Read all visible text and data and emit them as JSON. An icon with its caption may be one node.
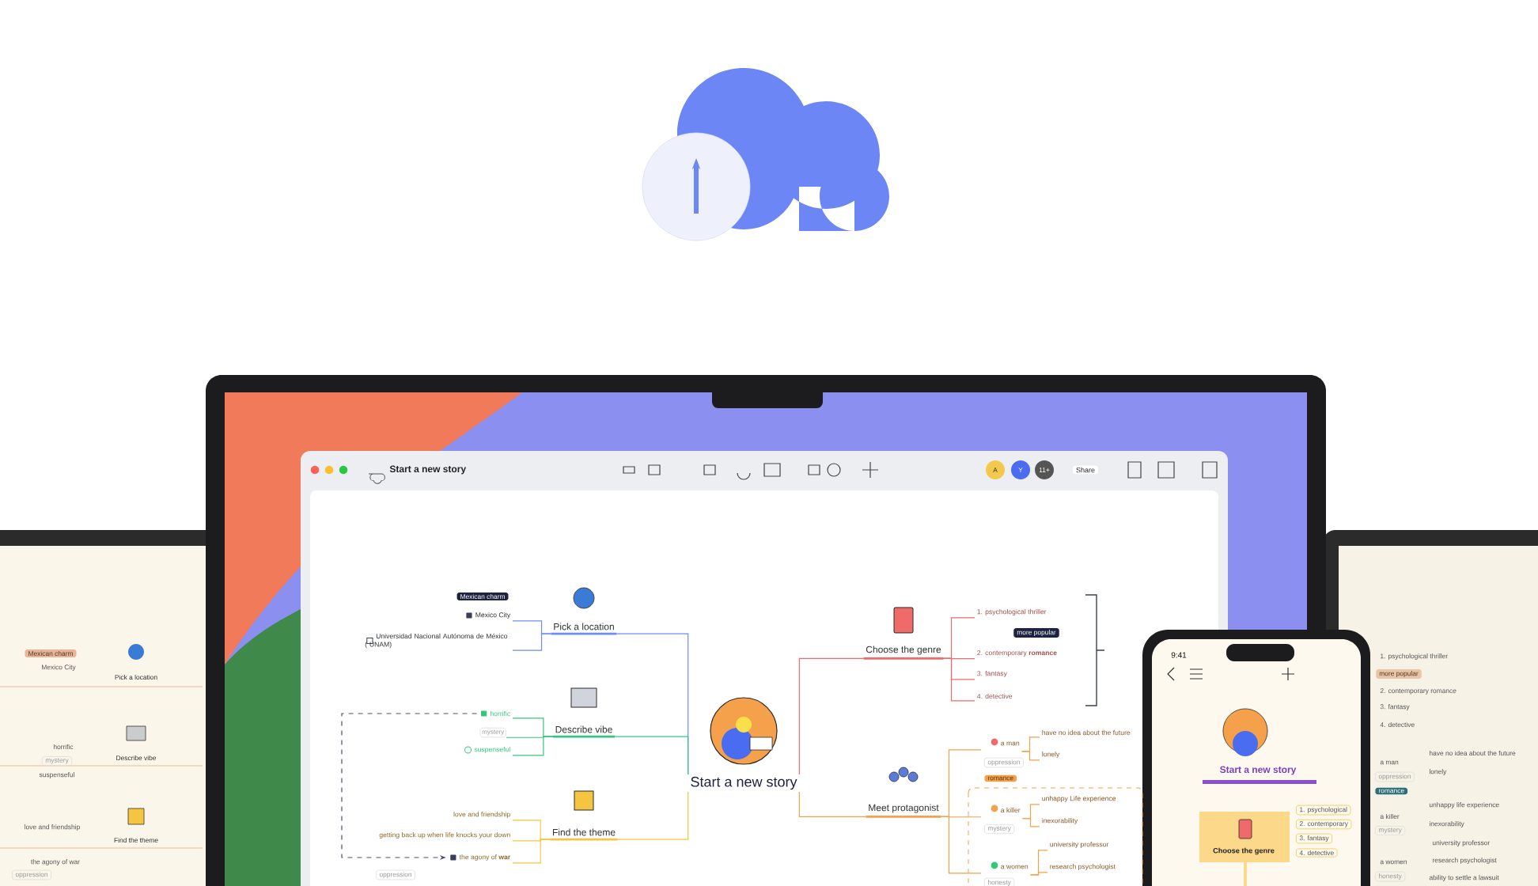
{
  "diagram": {
    "nodes": [
      {
        "text": [
          "Start a new story"
        ]
      },
      {
        "text": [
          "Pick a location"
        ]
      },
      {
        "text": [
          "Describe vibe"
        ]
      },
      {
        "text": [
          "Find the theme"
        ]
      },
      {
        "text": [
          "Choose the genre"
        ]
      },
      {
        "text": [
          "Meet protagonist"
        ]
      },
      {
        "text": [
          "Mexico City"
        ]
      },
      {
        "text": [
          "Universidad Nacional Autónoma de México ( UNAM)"
        ]
      },
      {
        "text": [
          "horrific"
        ]
      },
      {
        "text": [
          "mystery"
        ]
      },
      {
        "text": [
          "suspenseful"
        ]
      },
      {
        "text": [
          "love and friendship"
        ]
      },
      {
        "text": [
          "getting back up when life knocks your down"
        ]
      },
      {
        "text": [
          "the agony of **war**"
        ]
      },
      {
        "text": [
          "1. psychological thriller"
        ]
      },
      {
        "text": [
          "2. contemporary **romance**"
        ]
      },
      {
        "text": [
          "3. fantasy"
        ]
      },
      {
        "text": [
          "4. detective"
        ]
      },
      {
        "text": [
          "a man"
        ]
      },
      {
        "text": [
          "a killer"
        ]
      },
      {
        "text": [
          "a women"
        ]
      },
      {
        "text": [
          "have no idea about the future"
        ]
      },
      {
        "text": [
          "lonely"
        ]
      },
      {
        "text": [
          "unhappy Life experience"
        ]
      },
      {
        "text": [
          "inexorability"
        ]
      },
      {
        "text": [
          "university professor"
        ]
      },
      {
        "text": [
          "research psychologist"
        ]
      }
    ],
    "edges": [
      {
        "from": 0,
        "to": 1,
        "arrow": "none",
        "color": "#6d8cf7"
      },
      {
        "from": 0,
        "to": 2,
        "arrow": "none",
        "color": "#34c77b"
      },
      {
        "from": 0,
        "to": 3,
        "arrow": "none",
        "color": "#f5c542"
      },
      {
        "from": 0,
        "to": 4,
        "arrow": "none",
        "color": "#f06a6a"
      },
      {
        "from": 0,
        "to": 5,
        "arrow": "none",
        "color": "#f5a04a"
      },
      {
        "from": 1,
        "to": 6,
        "arrow": "none",
        "color": "#6d8cf7"
      },
      {
        "from": 1,
        "to": 7,
        "arrow": "none",
        "color": "#6d8cf7"
      },
      {
        "from": 2,
        "to": 8,
        "arrow": "none",
        "color": "#34c77b"
      },
      {
        "from": 2,
        "to": 9,
        "arrow": "none",
        "color": "#34c77b"
      },
      {
        "from": 2,
        "to": 10,
        "arrow": "none",
        "color": "#34c77b"
      },
      {
        "from": 3,
        "to": 11,
        "arrow": "none",
        "color": "#f5c542"
      },
      {
        "from": 3,
        "to": 12,
        "arrow": "none",
        "color": "#f5c542"
      },
      {
        "from": 3,
        "to": 13,
        "arrow": "none",
        "color": "#f5c542"
      },
      {
        "from": 4,
        "to": 14,
        "arrow": "none",
        "color": "#f06a6a"
      },
      {
        "from": 4,
        "to": 15,
        "arrow": "none",
        "color": "#f06a6a"
      },
      {
        "from": 4,
        "to": 16,
        "arrow": "none",
        "color": "#f06a6a"
      },
      {
        "from": 4,
        "to": 17,
        "arrow": "none",
        "color": "#f06a6a"
      },
      {
        "from": 5,
        "to": 18,
        "arrow": "none",
        "color": "#f5a04a"
      },
      {
        "from": 5,
        "to": 19,
        "arrow": "none",
        "color": "#f5a04a"
      },
      {
        "from": 5,
        "to": 20,
        "arrow": "none",
        "color": "#f5a04a"
      },
      {
        "from": 18,
        "to": 21,
        "arrow": "none",
        "color": "#f5a04a"
      },
      {
        "from": 18,
        "to": 22,
        "arrow": "none",
        "color": "#f5a04a"
      },
      {
        "from": 19,
        "to": 23,
        "arrow": "none",
        "color": "#f5a04a"
      },
      {
        "from": 19,
        "to": 24,
        "arrow": "none",
        "color": "#f5a04a"
      },
      {
        "from": 20,
        "to": 25,
        "arrow": "none",
        "color": "#f5a04a"
      },
      {
        "from": 20,
        "to": 26,
        "arrow": "none",
        "color": "#f5a04a"
      },
      {
        "from": 8,
        "to": 13,
        "arrow": "to",
        "style": "dashed",
        "color": "#4a4f72"
      }
    ],
    "labels": [
      "Start a new story",
      "A",
      "Y",
      "11+",
      "Share",
      "Mexican charm",
      "oppression",
      "more popular",
      "oppression",
      "romance",
      "mystery",
      "honesty",
      "9:41",
      "Start a new story",
      "Choose the genre",
      "1. psychological",
      "2. contemporary",
      "3. fantasy",
      "4. detective",
      "Mexican charm",
      "Mexico City",
      "Pick a location",
      "Describe vibe",
      "horrific",
      "mystery",
      "suspenseful",
      "Find the theme",
      "love and friendship",
      "the agony of war",
      "oppression",
      "1. psychological thriller",
      "more popular",
      "2. contemporary romance",
      "3. fantasy",
      "4. detective",
      "a man",
      "have no idea about the future",
      "oppression",
      "lonely",
      "romance",
      "a killer",
      "unhappy life experience",
      "mystery",
      "inexorability",
      "university professor",
      "a women",
      "research psychologist",
      "honesty",
      "ability to settle a lawsuit"
    ]
  }
}
